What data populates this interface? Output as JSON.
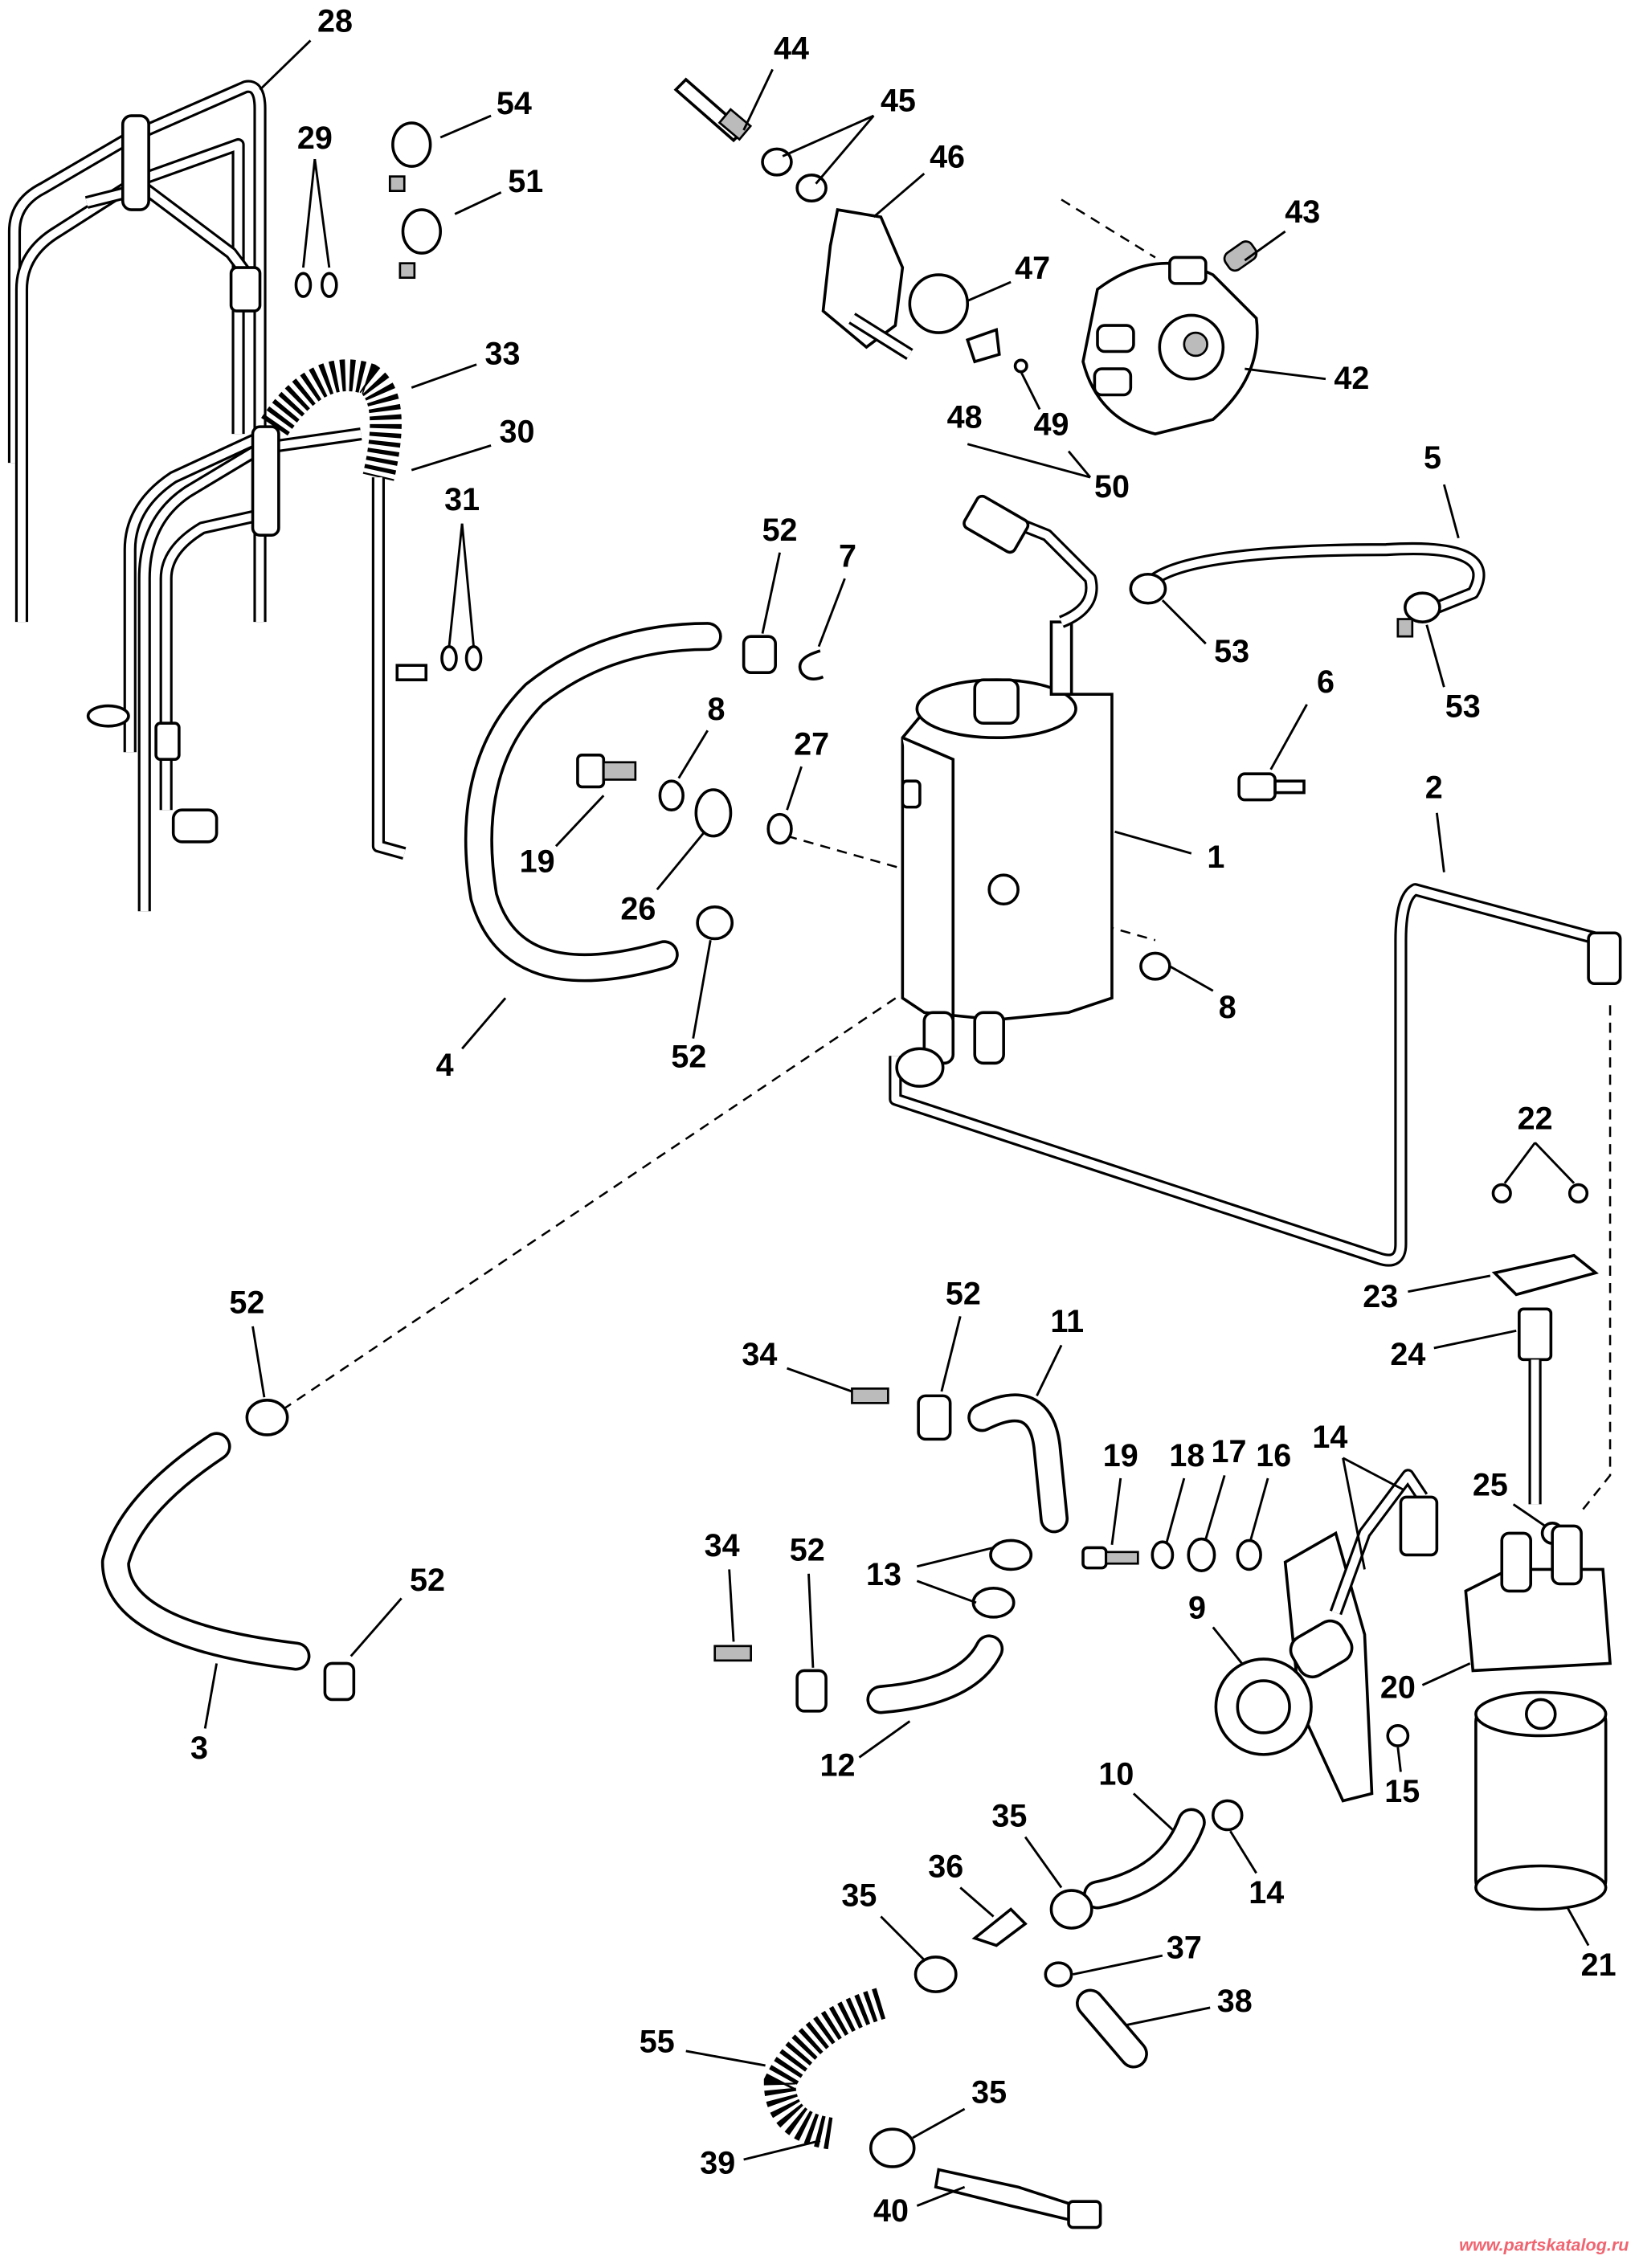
{
  "diagram": {
    "type": "exploded parts diagram",
    "callouts": [
      "28",
      "29",
      "54",
      "51",
      "44",
      "45",
      "46",
      "43",
      "47",
      "42",
      "48",
      "49",
      "50",
      "33",
      "30",
      "31",
      "5",
      "52",
      "7",
      "53",
      "53",
      "6",
      "8",
      "27",
      "19",
      "26",
      "1",
      "2",
      "8",
      "4",
      "52",
      "22",
      "23",
      "24",
      "52",
      "52",
      "11",
      "34",
      "14",
      "19",
      "18",
      "17",
      "16",
      "25",
      "34",
      "52",
      "13",
      "52",
      "9",
      "20",
      "3",
      "12",
      "15",
      "10",
      "14",
      "35",
      "36",
      "35",
      "37",
      "21",
      "38",
      "55",
      "35",
      "39",
      "40"
    ]
  },
  "watermark": "www.partskatalog.ru",
  "colors": {
    "line": "#000000",
    "watermark": "#f06470"
  }
}
